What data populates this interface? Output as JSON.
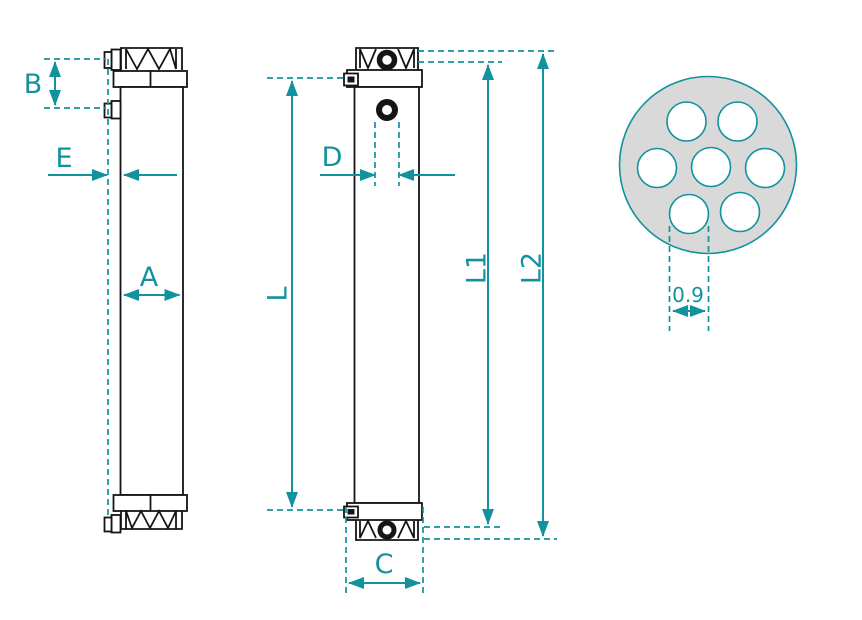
{
  "diagram": {
    "type": "technical-drawing",
    "subject": "membrane-module-dimension-drawing",
    "colors": {
      "accent": "#12929c",
      "line": "#151515",
      "section_fill": "#d9d9d9",
      "background": "#ffffff"
    },
    "labels": {
      "a": "A",
      "b": "B",
      "c": "C",
      "d": "D",
      "e": "E",
      "l": "L",
      "l1": "L1",
      "l2": "L2",
      "hole_pitch": "0.9"
    }
  }
}
